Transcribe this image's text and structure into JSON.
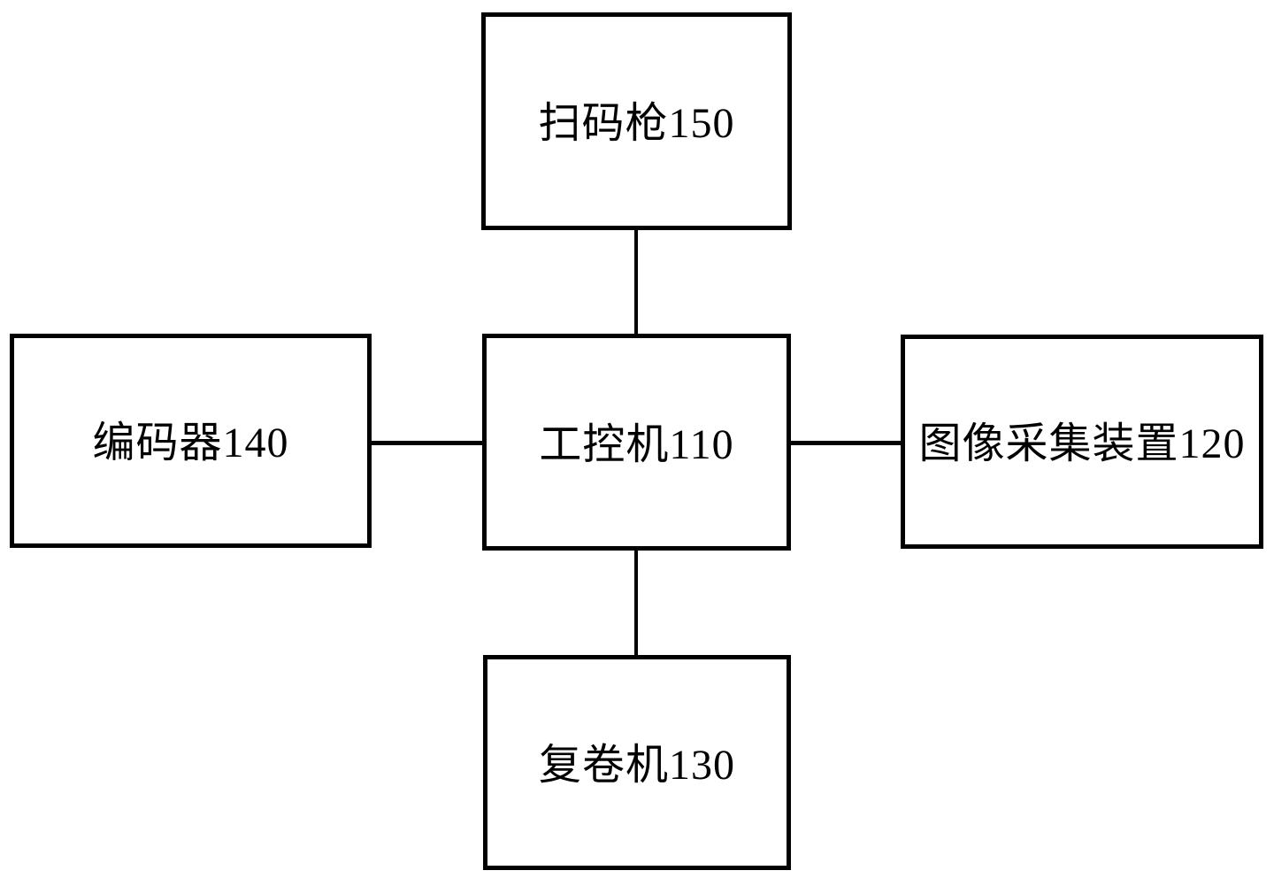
{
  "figure": {
    "background_color": "#ffffff",
    "line_color": "#000000",
    "nodes": [
      {
        "id": "scanner",
        "label": "扫码枪150"
      },
      {
        "id": "encoder",
        "label": "编码器140"
      },
      {
        "id": "ipc",
        "label": "工控机110"
      },
      {
        "id": "image_capture",
        "label": "图像采集装置120"
      },
      {
        "id": "rewinder",
        "label": "复卷机130"
      }
    ],
    "edges": [
      {
        "from": "scanner",
        "to": "ipc"
      },
      {
        "from": "encoder",
        "to": "ipc"
      },
      {
        "from": "ipc",
        "to": "image_capture"
      },
      {
        "from": "ipc",
        "to": "rewinder"
      }
    ]
  }
}
